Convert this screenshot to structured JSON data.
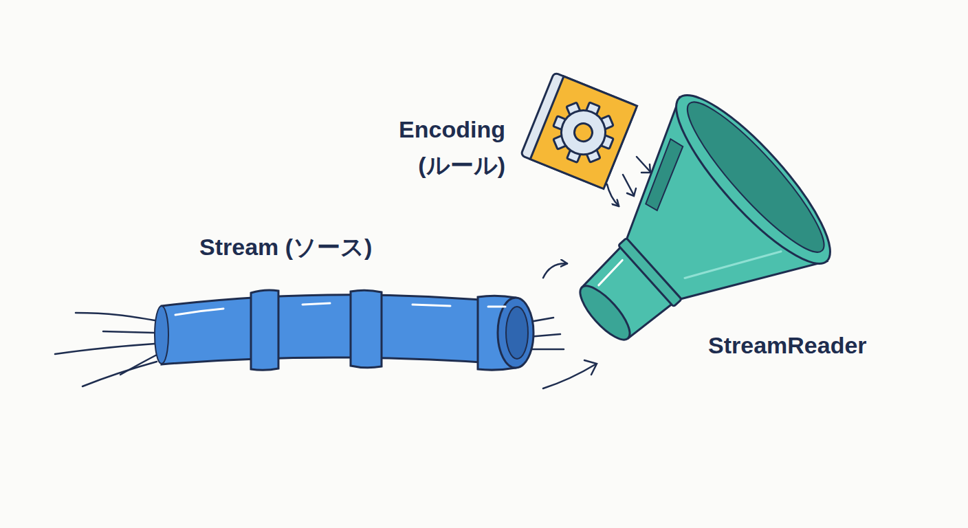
{
  "diagram": {
    "nodes": [
      {
        "text": [
          "Stream (ソース)"
        ]
      },
      {
        "text": [
          "Encoding (ルール)"
        ]
      },
      {
        "text": [
          "StreamReader"
        ]
      }
    ],
    "edges": [
      {
        "from": 0,
        "to": 2,
        "arrow": "to"
      },
      {
        "from": 1,
        "to": 2,
        "arrow": "to"
      }
    ]
  }
}
